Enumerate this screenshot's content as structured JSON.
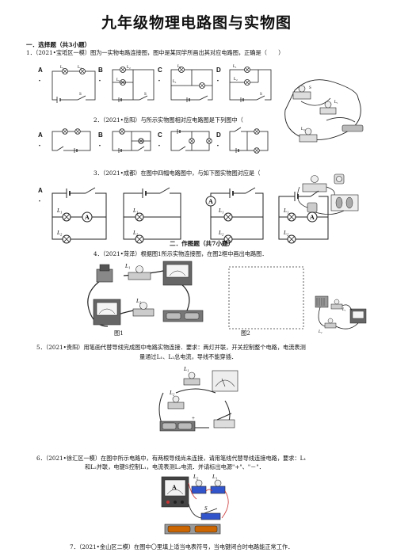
{
  "doc": {
    "title": "九年级物理电路图与实物图",
    "section1": "一．选择题（共3小题）",
    "q1": "1．（2021•宝坻区一模）图为一实物电路连接图，图中是某同学所画出其对应电路图，正确是（　　）",
    "q2": "2．（2021•岳阳）与所示实物图相对应电路图是下列图中（",
    "q3": "3．（2021•成都）在图中四幅电路图中，与如下图实物图对应是（",
    "section2": "二．作图题（共7小题）",
    "q4": "4．（2021•菏泽）根据图1所示实物连接图，在图2框中画出电路图．",
    "q5a": "5．（2021•贵阳）用笔画代替导线完成图中电路实物连接．要求：两灯并联，开关控制整个电路，电流表测",
    "q5b": "量通过L₁、L₂总电流，导线不能穿插．",
    "q6a": "6．（2021•徐汇区一模）在图中所示电路中，有两根导线尚未连接，请用笔线代替导线连接电路，要求：L₁",
    "q6b": "和L₂并联，电键S控制L₁，电流表测L₂电流．并请标出电源\"+\"、\"－\"．",
    "q7": "7．（2021•金山区二模）在图中〇里填上适当电表符号，当电键闭合时电路能正常工作．",
    "fig1": "图1",
    "fig2": "图2"
  },
  "options": {
    "a": "A",
    "b": "B",
    "c": "C",
    "d": "D",
    "dot": "．"
  },
  "symbols": {
    "L1": "L₁",
    "L2": "L₂",
    "S": "S",
    "A": "A",
    "plus": "+",
    "minus": "－"
  }
}
